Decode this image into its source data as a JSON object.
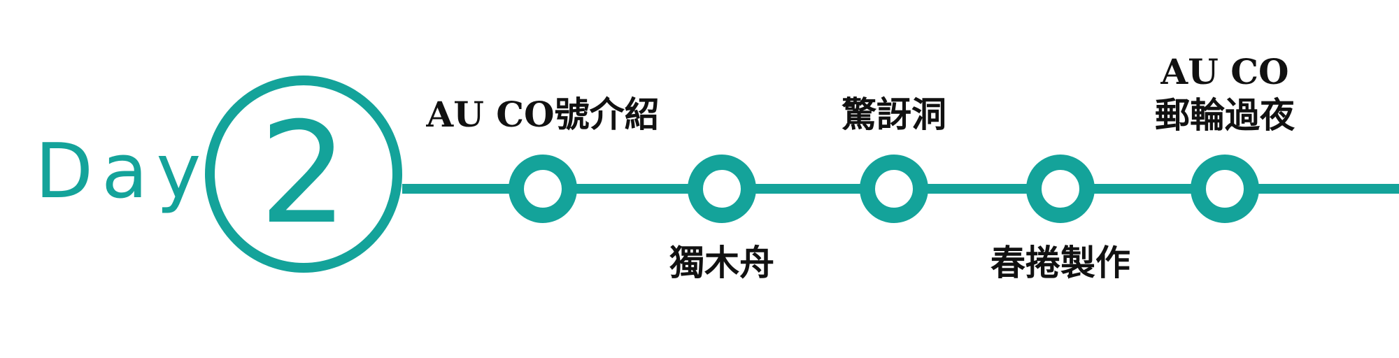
{
  "day": {
    "label": "Day",
    "number": "2",
    "accent_color": "#14a39a"
  },
  "timeline": {
    "line_color": "#14a39a",
    "stops": [
      {
        "label": "AU CO號介紹"
      },
      {
        "label": "獨木舟"
      },
      {
        "label": "驚訝洞"
      },
      {
        "label": "春捲製作"
      },
      {
        "label": "AU CO\n郵輪過夜"
      }
    ]
  }
}
